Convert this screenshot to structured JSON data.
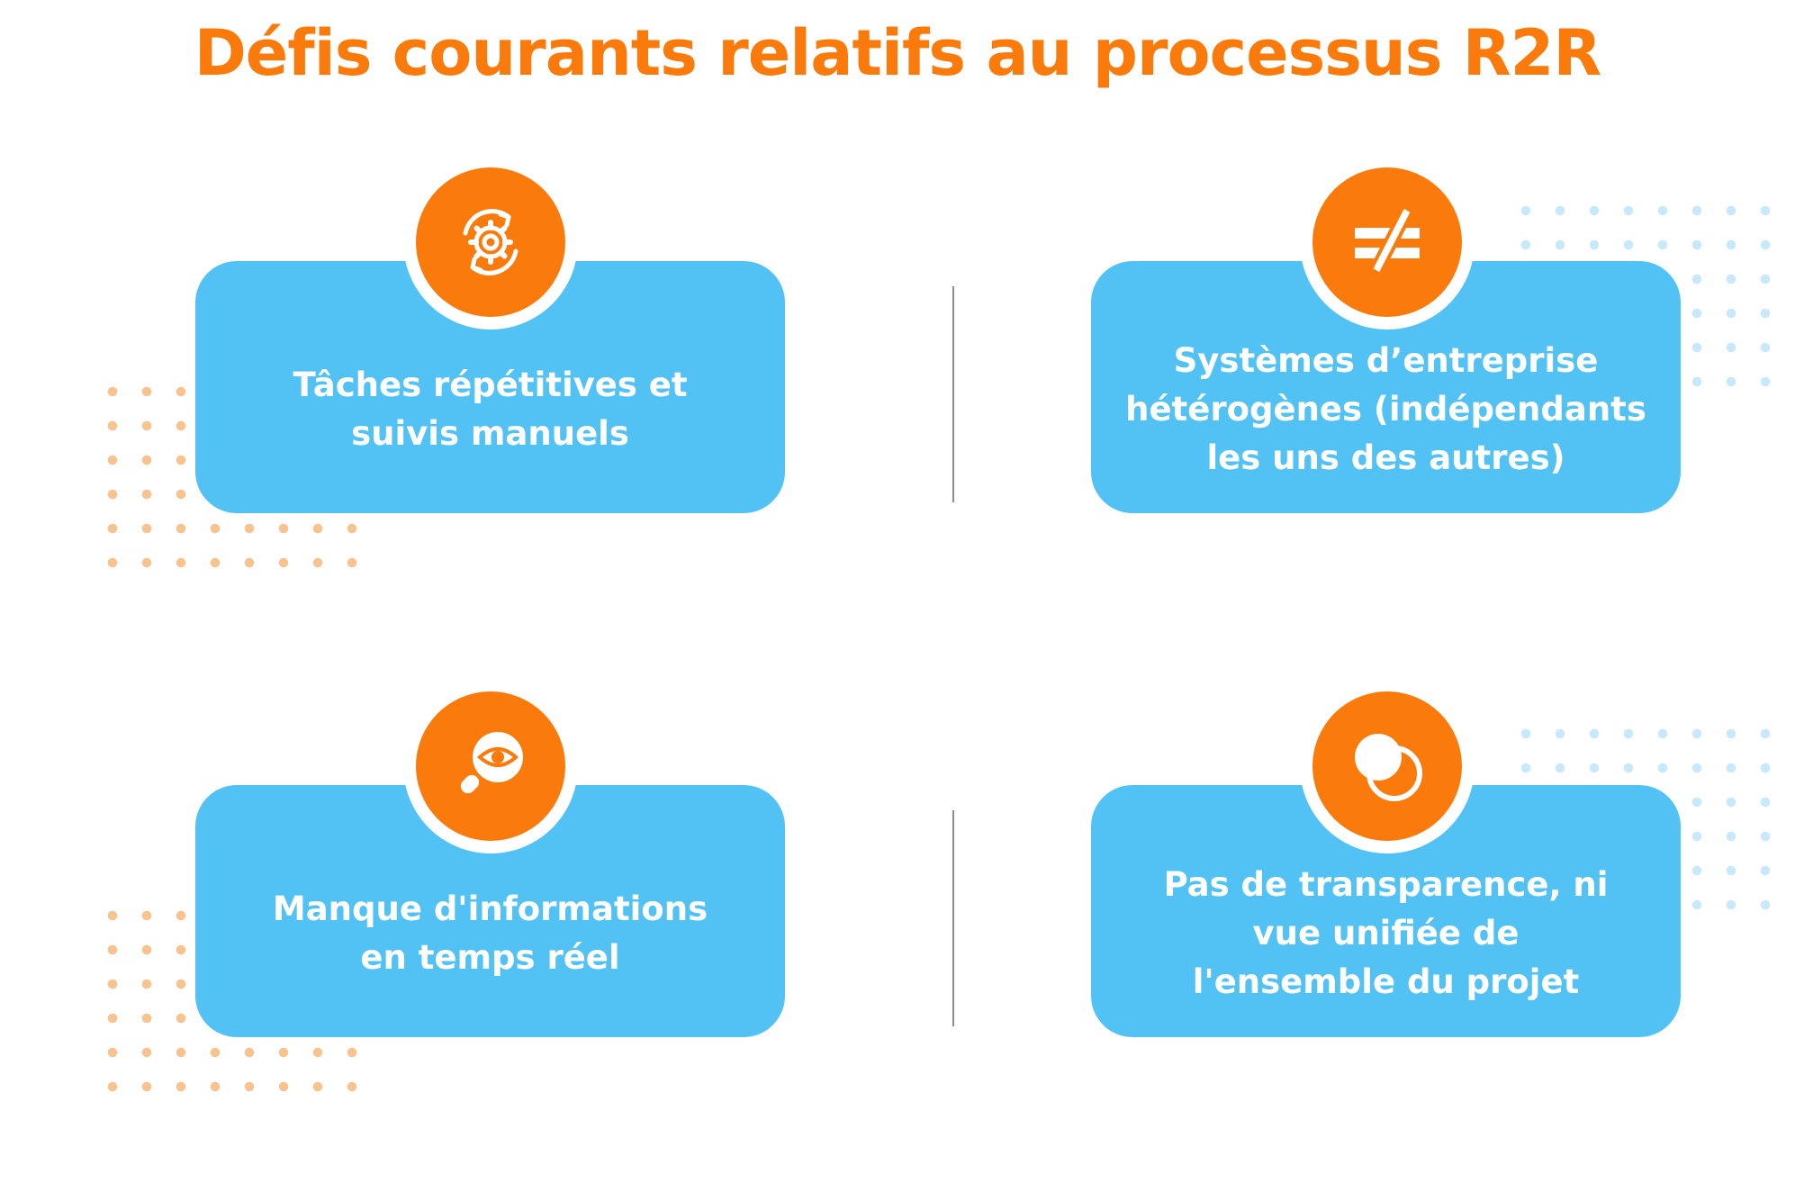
{
  "title": "Défis courants relatifs au processus R2R",
  "colors": {
    "accent": "#fb7a0c",
    "card": "#52c2f5",
    "dots_orange": "#f9c390",
    "dots_blue": "#c7e9fb"
  },
  "cards": [
    {
      "icon": "gear-cycle-icon",
      "lines": [
        "Tâches répétitives et",
        "suivis manuels"
      ]
    },
    {
      "icon": "not-equal-icon",
      "lines": [
        "Systèmes d’entreprise",
        "hétérogènes (indépendants",
        "les uns des autres)"
      ]
    },
    {
      "icon": "magnifier-eye-icon",
      "lines": [
        "Manque d'informations",
        "en temps réel"
      ]
    },
    {
      "icon": "overlapping-circles-icon",
      "lines": [
        "Pas de transparence, ni",
        "vue unifiée de",
        "l'ensemble du projet"
      ]
    }
  ]
}
